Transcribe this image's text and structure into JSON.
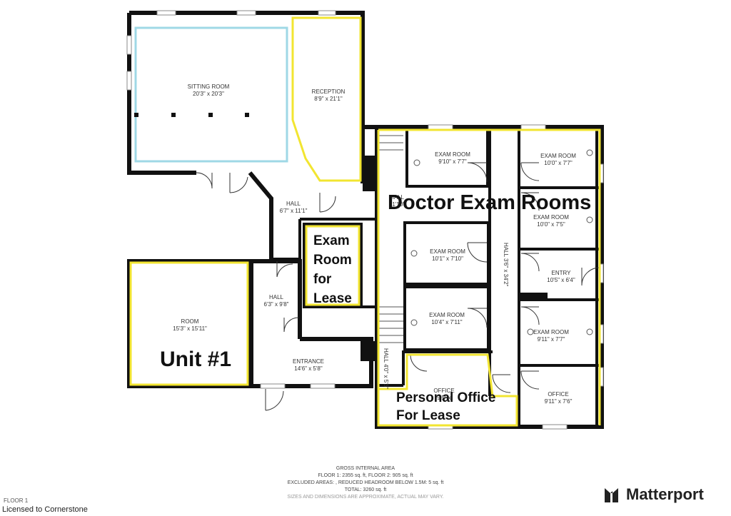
{
  "rooms": {
    "sitting_room": {
      "name": "SITTING ROOM",
      "dim": "20'3\" x 20'3\""
    },
    "reception": {
      "name": "RECEPTION",
      "dim": "8'9\" x 21'1\""
    },
    "hall_upper": {
      "name": "HALL",
      "dim": "6'7\" x 11'1\""
    },
    "hall_left": {
      "name": "HALL",
      "dim": "6'3\" x 9'8\""
    },
    "room": {
      "name": "ROOM",
      "dim": "15'3\" x 15'11\""
    },
    "entrance": {
      "name": "ENTRANCE",
      "dim": "14'6\" x 5'8\""
    },
    "hall_top": {
      "name": "HALL",
      "dim": "21'10\""
    },
    "exam_1": {
      "name": "EXAM ROOM",
      "dim": "9'10\" x 7'7\""
    },
    "exam_2": {
      "name": "EXAM ROOM",
      "dim": "10'0\" x 7'7\""
    },
    "exam_3": {
      "name": "EXAM ROOM",
      "dim": "10'0\" x 7'5\""
    },
    "exam_4": {
      "name": "EXAM ROOM",
      "dim": "10'1\" x 7'10\""
    },
    "exam_5": {
      "name": "EXAM ROOM",
      "dim": "10'4\" x 7'11\""
    },
    "exam_6": {
      "name": "EXAM ROOM",
      "dim": "9'11\" x 7'7\""
    },
    "entry": {
      "name": "ENTRY",
      "dim": "10'5\" x 6'4\""
    },
    "hall_long": {
      "name": "HALL",
      "dim": "3'6\" x 34'2\""
    },
    "hall_small": {
      "name": "HALL",
      "dim": "4'0\" x 5'3\""
    },
    "office_center": {
      "name": "OFFICE",
      "dim": "9'5\" x"
    },
    "office_right": {
      "name": "OFFICE",
      "dim": "9'11\" x 7'6\""
    }
  },
  "annotations": {
    "doctor_exam_rooms": "Doctor Exam Rooms",
    "exam_room_for_lease": [
      "Exam",
      "Room",
      "for",
      "Lease"
    ],
    "unit_1": "Unit #1",
    "personal_office_line1": "Personal Office",
    "personal_office_line2": "For Lease"
  },
  "footer": {
    "title": "GROSS INTERNAL AREA",
    "line1": "FLOOR 1: 2355 sq. ft, FLOOR 2: 905 sq. ft",
    "line2": "EXCLUDED AREAS: , REDUCED HEADROOM BELOW 1.5M: 5 sq. ft",
    "line3": "TOTAL: 3260 sq. ft",
    "line4": "SIZES AND DIMENSIONS ARE APPROXIMATE, ACTUAL MAY VARY.",
    "floor": "FLOOR 1",
    "license": "Licensed to Cornerstone"
  },
  "brand": {
    "name": "Matterport",
    "logo_icon": "matterport-logo-icon"
  },
  "colors": {
    "wall": "#111111",
    "highlight": "#f2e531",
    "sitting_outline": "#9fd8e6"
  }
}
